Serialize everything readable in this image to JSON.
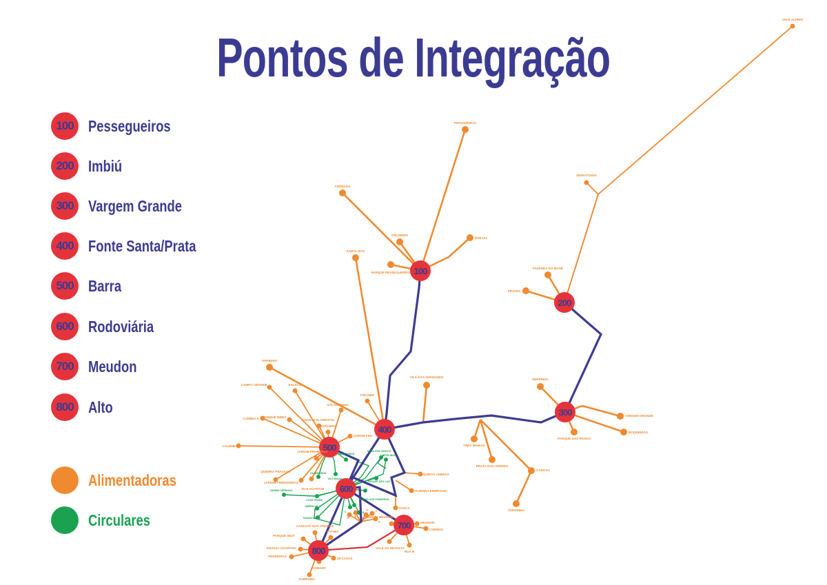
{
  "title": "Pontos de Integração",
  "colors": {
    "hub": "#e5333b",
    "trunk": "#3c3b92",
    "feeder": "#f08a30",
    "circular": "#1aa251",
    "link": "#d8333b"
  },
  "hubs": [
    {
      "number": "100",
      "name": "Pessegueiros"
    },
    {
      "number": "200",
      "name": "Imbiú"
    },
    {
      "number": "300",
      "name": "Vargem Grande"
    },
    {
      "number": "400",
      "name": "Fonte Santa/Prata"
    },
    {
      "number": "500",
      "name": "Barra"
    },
    {
      "number": "600",
      "name": "Rodoviária"
    },
    {
      "number": "700",
      "name": "Meudon"
    },
    {
      "number": "800",
      "name": "Alto"
    }
  ],
  "legend": {
    "feeders": "Alimentadoras",
    "circulars": "Circulares"
  },
  "alimentadoras": [
    "PROVIDÊNCIA",
    "ANDRADA",
    "CRUZEIRO",
    "BREJAL",
    "PARQUE PESSEGUEIROS",
    "SEBASTIANA",
    "VALE ALPINO",
    "FAZENDA DO BAGÉ",
    "PRATES",
    "SERRINHA",
    "VARGEM GRANDE",
    "BOQUEIRÃO",
    "PARQUE DAS ROSAS",
    "TRÊS MARIAS",
    "PRATA DOS AREDES",
    "CANOAS",
    "VARGINHA",
    "SANTA RITA",
    "ARRIEIRO",
    "FISCHER",
    "VILA SÃO FERNANDO",
    "QUINTA LEBRÃO",
    "FAZENDA ERMITAGE",
    "TIJUCA",
    "CAMPO GRANDE",
    "SALACO",
    "CAMBUCA",
    "PARQUE IMBUÍ",
    "GRANJA FLORESTAL",
    "ESPANHOL",
    "SALAGUINHO",
    "JARDIM FEO",
    "CALEME",
    "JARDIM PINHEIROS",
    "QUEBRA FRASCOS",
    "JARDIM PIMENTEIRAS",
    "RUA GUARANI",
    "D",
    "E",
    "F",
    "A",
    "C",
    "JARDIM MEUDON",
    "MEUDON",
    "CORREIA",
    "VALE DA REVOLTA",
    "RUA B",
    "CASCATA DOS AMORES",
    "FÁTIMA",
    "PARQUE INGÁ",
    "GRANJA GUARANY",
    "PEDREIRAS",
    "48 CASAS",
    "COMARY",
    "SOBERBO"
  ],
  "circulares": [
    "PIMENTEIRAS",
    "VILA MUQUI",
    "FAZENDINHA",
    "PARQUE SÃO LUIZ",
    "ROSA DOS VENTOS",
    "CASTELINHO",
    "MORRO DOS PINHEIROS",
    "JARDIM SERRANO",
    "CORA VERDE",
    "AMÉRICAS",
    "TAUMATURGO",
    "A",
    "B",
    "C"
  ]
}
